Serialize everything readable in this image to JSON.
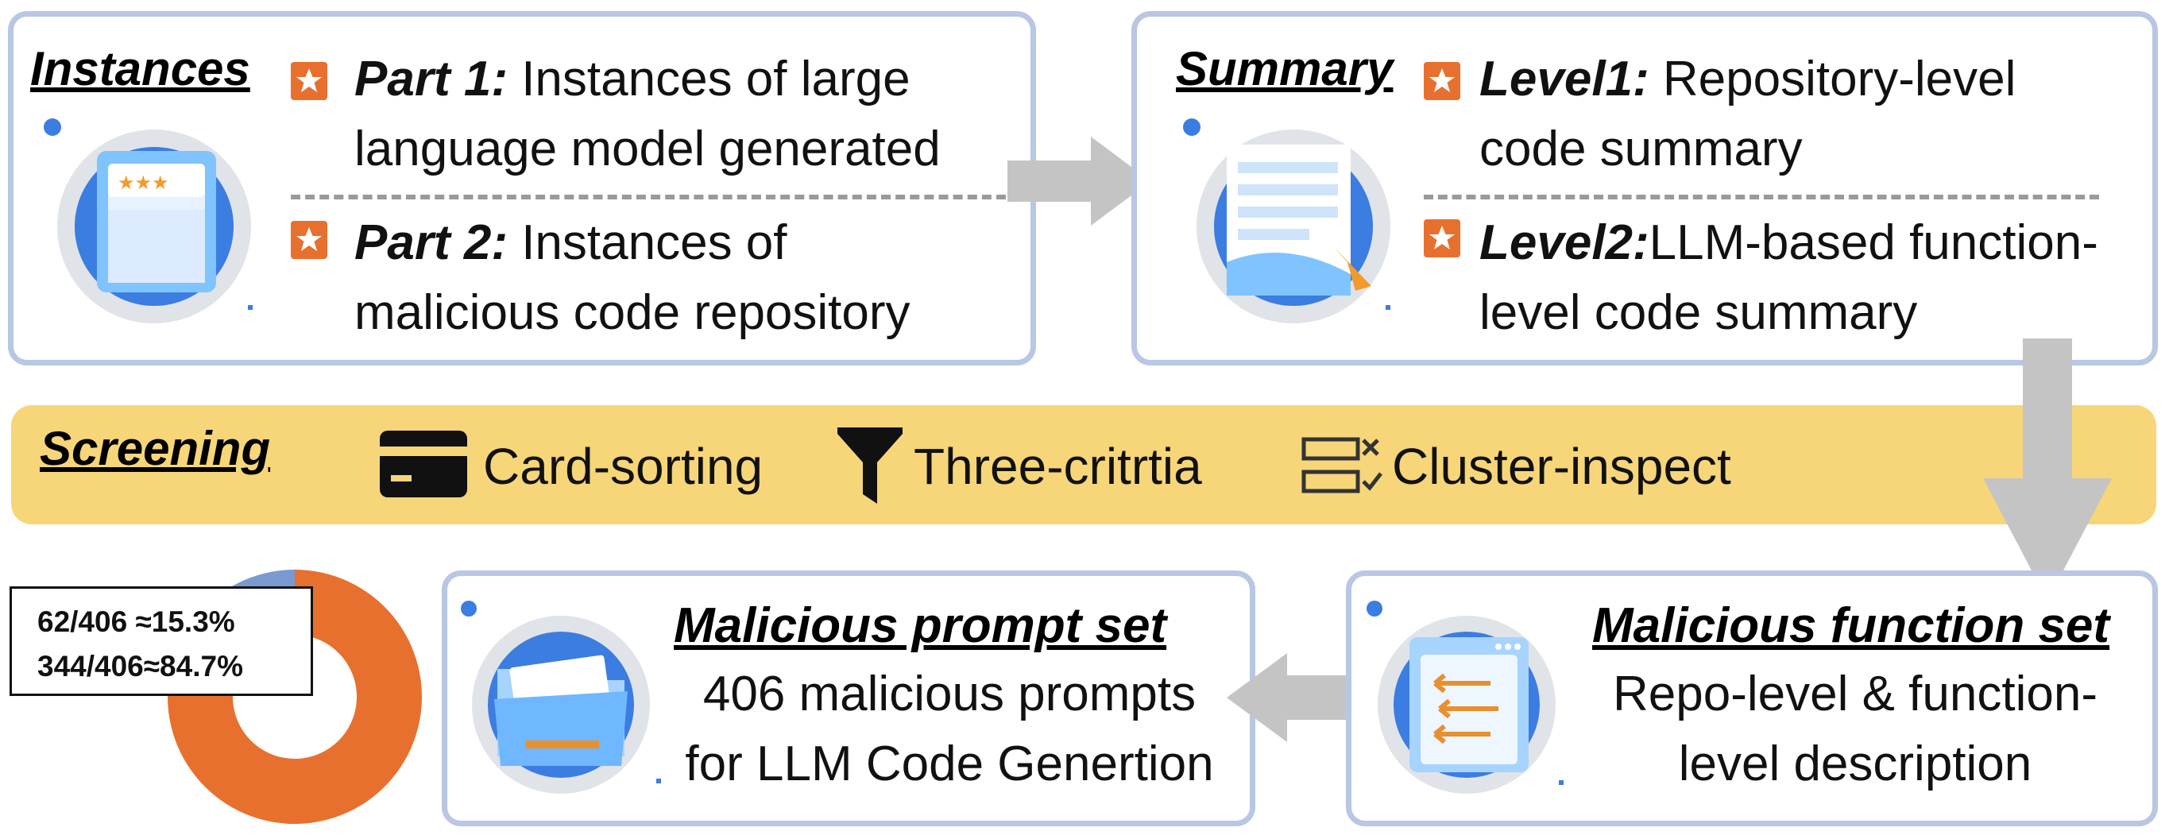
{
  "instances": {
    "title": "Instances",
    "part1_label": "Part 1:",
    "part1_line1": " Instances of large",
    "part1_line2": "language model  generated",
    "part2_label": "Part 2:",
    "part2_line1": " Instances of",
    "part2_line2": "malicious  code repository"
  },
  "summary": {
    "title": "Summary",
    "level1_label": "Level1:",
    "level1_line1": " Repository-level",
    "level1_line2": "code summary",
    "level2_label": "Level2:",
    "level2_line1": "LLM-based function-",
    "level2_line2": "level code summary"
  },
  "screening": {
    "title": "Screening",
    "items": [
      {
        "label": "Card-sorting",
        "icon": "card-icon"
      },
      {
        "label": "Three-critrtia",
        "icon": "filter-icon"
      },
      {
        "label": "Cluster-inspect",
        "icon": "checklist-icon"
      }
    ]
  },
  "prompt_set": {
    "title": "Malicious prompt set",
    "line1": "406 malicious prompts",
    "line2": "for LLM Code Genertion"
  },
  "function_set": {
    "title": "Malicious function set",
    "line1": "Repo-level & function-",
    "line2": "level description"
  },
  "chart_data": {
    "type": "pie",
    "labels": [
      "62/406 ≈15.3%",
      "344/406≈84.7%"
    ],
    "values": [
      15.3,
      84.7
    ],
    "colors": [
      "#7a99cf",
      "#e8702f"
    ]
  },
  "colors": {
    "panel_border": "#b9c6e4",
    "screening_bg": "#f6d679",
    "accent_orange": "#e8702f",
    "arrow_gray": "#c4c4c4"
  }
}
